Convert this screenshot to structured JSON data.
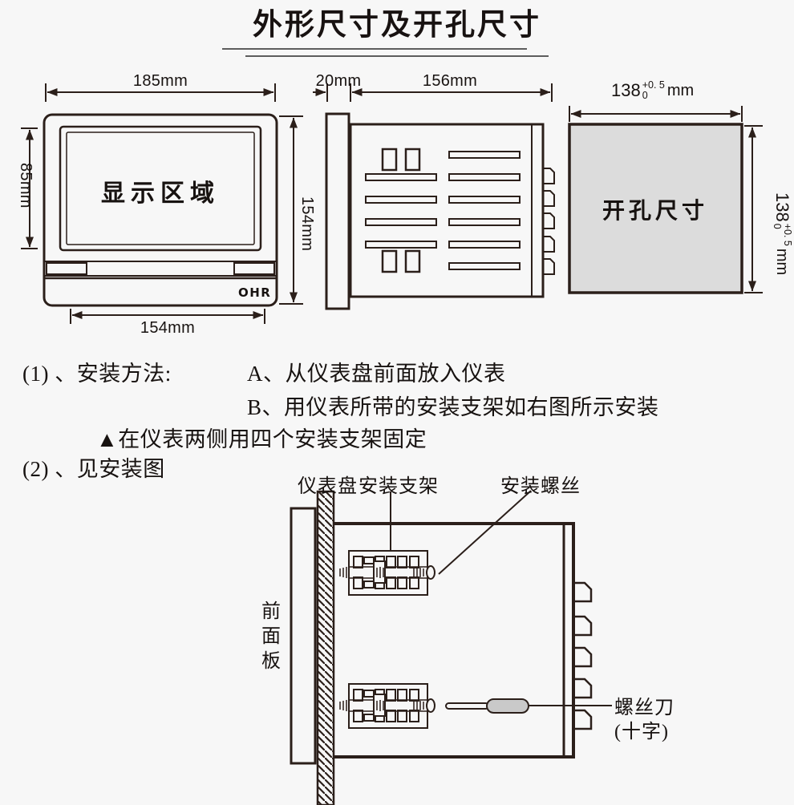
{
  "title": "外形尺寸及开孔尺寸",
  "front_view": {
    "width_label": "185mm",
    "display_height_label": "85mm",
    "height_label": "154mm",
    "bottom_width_label": "154mm",
    "display_area_label": "显示区域",
    "brand": "OHR"
  },
  "side_view": {
    "bezel_depth_label": "20mm",
    "body_depth_label": "156mm"
  },
  "cutout_view": {
    "label": "开孔尺寸",
    "width": {
      "value": "138",
      "tol_plus": "+0. 5",
      "tol_minus": "0",
      "unit": "mm"
    },
    "height": {
      "value": "138",
      "tol_plus": "+0. 5",
      "tol_minus": "0",
      "unit": "mm"
    }
  },
  "instructions": {
    "item1": "(1) 、安装方法:",
    "step_a": "A、从仪表盘前面放入仪表",
    "step_b": "B、用仪表所带的安装支架如右图所示安装",
    "note": "▲在仪表两侧用四个安装支架固定",
    "item2": "(2) 、见安装图"
  },
  "install_diagram": {
    "panel_label": "仪表盘",
    "bracket_label": "安装支架",
    "screw_label": "安装螺丝",
    "front_panel_label": "前面板",
    "screwdriver_label_line1": "螺丝刀",
    "screwdriver_label_line2": "(十字)"
  },
  "colors": {
    "line": "#2b1f1a",
    "background": "#f7f7f7",
    "cutout_fill": "#dcdcdc",
    "screwdriver_handle_fill": "#c9c9c9",
    "underline": "#5d5d5d"
  }
}
